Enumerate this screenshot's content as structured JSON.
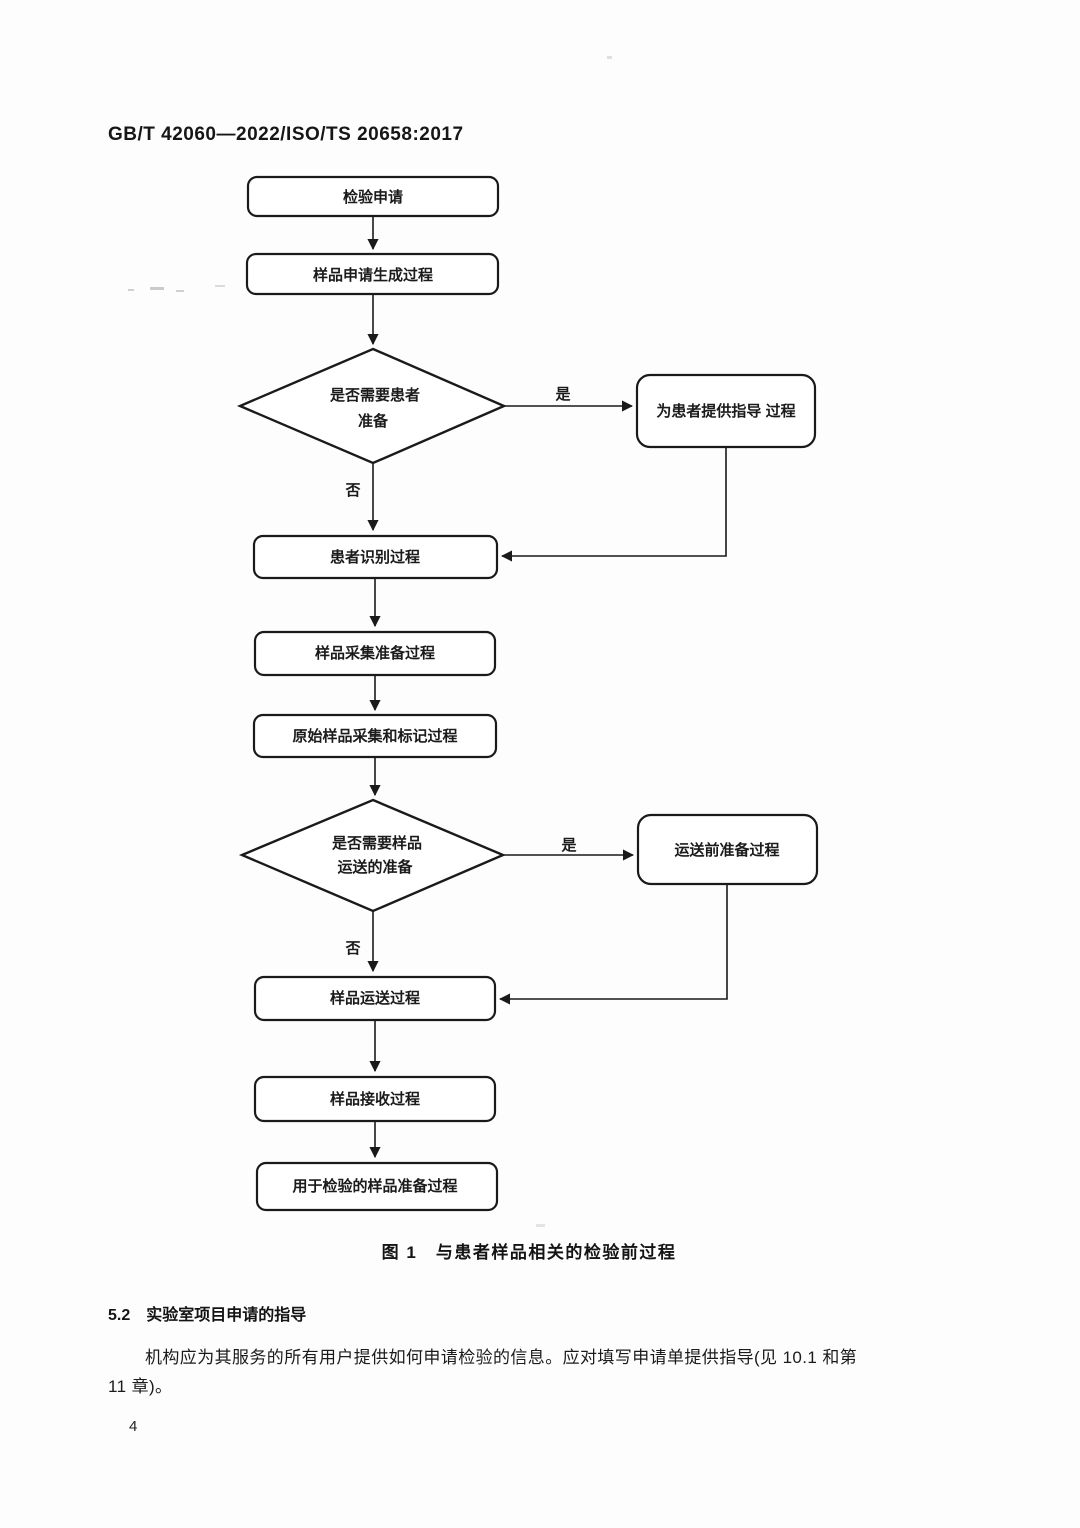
{
  "colors": {
    "ink": "#1a1a1a",
    "paper": "#fdfdfd"
  },
  "header": {
    "title": "GB/T 42060—2022/ISO/TS 20658:2017"
  },
  "flowchart": {
    "start": "检验申请",
    "generate": "样品申请生成过程",
    "decision_patient_line1": "是否需要患者",
    "decision_patient_line2": "准备",
    "instruct": "为患者提供指导 过程",
    "identify": "患者识别过程",
    "collect_prep": "样品采集准备过程",
    "collect_label": "原始样品采集和标记过程",
    "decision_transport_line1": "是否需要样品",
    "decision_transport_line2": "运送的准备",
    "pre_transport": "运送前准备过程",
    "transport": "样品运送过程",
    "receive": "样品接收过程",
    "exam_prep": "用于检验的样品准备过程",
    "yes_label": "是",
    "no_label": "否"
  },
  "figure": {
    "caption": "图 1　与患者样品相关的检验前过程"
  },
  "section": {
    "number": "5.2",
    "title": "实验室项目申请的指导"
  },
  "paragraph": {
    "line1": "机构应为其服务的所有用户提供如何申请检验的信息。应对填写申请单提供指导(见 10.1 和第",
    "line2": "11 章)。"
  },
  "footer": {
    "page_number": "4"
  }
}
